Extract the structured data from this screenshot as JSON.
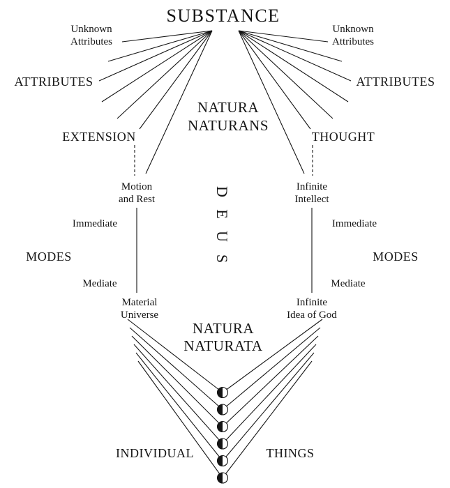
{
  "colors": {
    "ink": "#151515",
    "background": "#ffffff"
  },
  "substance": "SUBSTANCE",
  "left": {
    "unknown_line1": "Unknown",
    "unknown_line2": "Attributes",
    "attributes": "ATTRIBUTES",
    "extension": "EXTENSION",
    "first_mode_line1": "Motion",
    "first_mode_line2": "and Rest",
    "immediate": "Immediate",
    "modes": "MODES",
    "mediate": "Mediate",
    "last_mode_line1": "Material",
    "last_mode_line2": "Universe"
  },
  "right": {
    "unknown_line1": "Unknown",
    "unknown_line2": "Attributes",
    "attributes": "ATTRIBUTES",
    "thought": "THOUGHT",
    "first_mode_line1": "Infinite",
    "first_mode_line2": "Intellect",
    "immediate": "Immediate",
    "modes": "MODES",
    "mediate": "Mediate",
    "last_mode_line1": "Infinite",
    "last_mode_line2": "Idea of God"
  },
  "center": {
    "natura_naturans_line1": "NATURA",
    "natura_naturans_line2": "NATURANS",
    "deus_letters": [
      "D",
      "E",
      "U",
      "S"
    ],
    "natura_naturata_line1": "NATURA",
    "natura_naturata_line2": "NATURATA"
  },
  "bottom": {
    "individual": "INDIVIDUAL",
    "things": "THINGS"
  },
  "symbols": {
    "individual_thing": "half-filled-circle"
  }
}
